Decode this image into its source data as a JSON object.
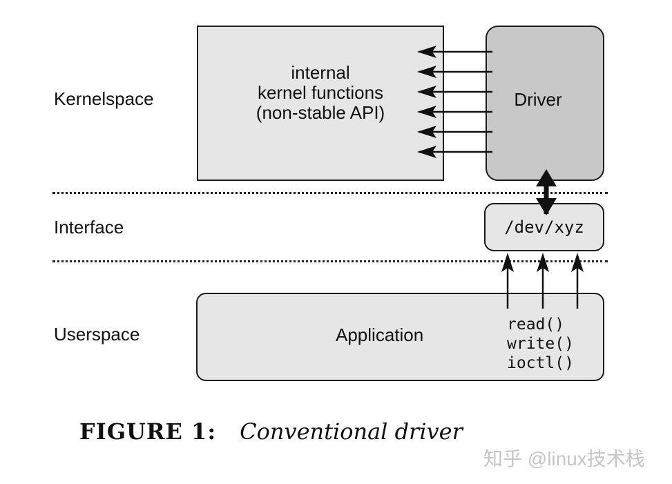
{
  "layers": {
    "kernelspace": "Kernelspace",
    "interface": "Interface",
    "userspace": "Userspace"
  },
  "kernel_box": {
    "lines": [
      "internal",
      "kernel functions",
      "(non-stable API)"
    ]
  },
  "driver_box": {
    "label": "Driver"
  },
  "device_box": {
    "label": "/dev/xyz"
  },
  "application_box": {
    "label": "Application",
    "syscalls": [
      "read()",
      "write()",
      "ioctl()"
    ]
  },
  "caption": {
    "number": "FIGURE 1:",
    "title": "Conventional driver"
  },
  "watermark": "知乎 @linux技术栈",
  "colors": {
    "kernel_fill": "#e6e6e6",
    "driver_fill": "#c8c8c8",
    "stroke": "#1a1a1a"
  }
}
